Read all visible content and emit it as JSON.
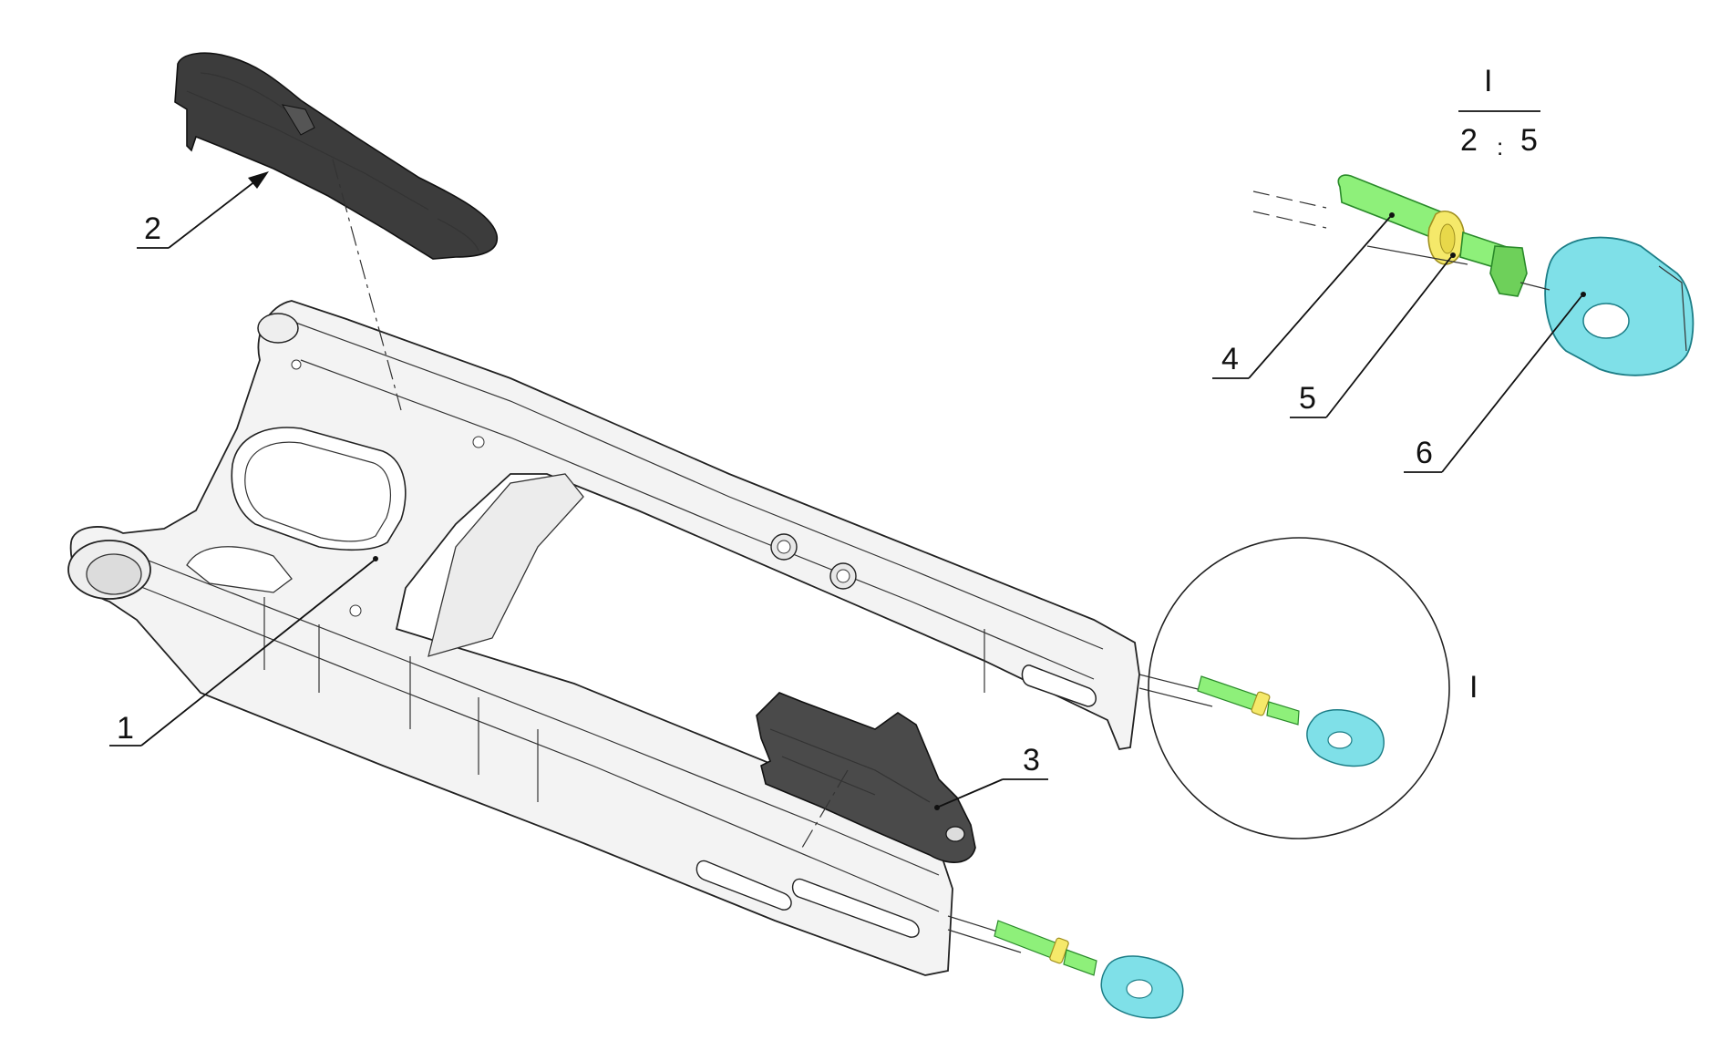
{
  "detail": {
    "view_letter": "I",
    "scale_left": "2",
    "scale_sep": ":",
    "scale_right": "5",
    "circle_letter": "I"
  },
  "callouts": [
    {
      "number": "1"
    },
    {
      "number": "2"
    },
    {
      "number": "3"
    },
    {
      "number": "4"
    },
    {
      "number": "5"
    },
    {
      "number": "6"
    }
  ],
  "colors": {
    "bolt": "#8ef07a",
    "washer": "#f5e96a",
    "adjuster_block": "#7fe0e8",
    "chain_slider": "#3a3a3a",
    "guide_plate": "#4a4a4a",
    "swingarm_fill": "#f2f2f2"
  }
}
